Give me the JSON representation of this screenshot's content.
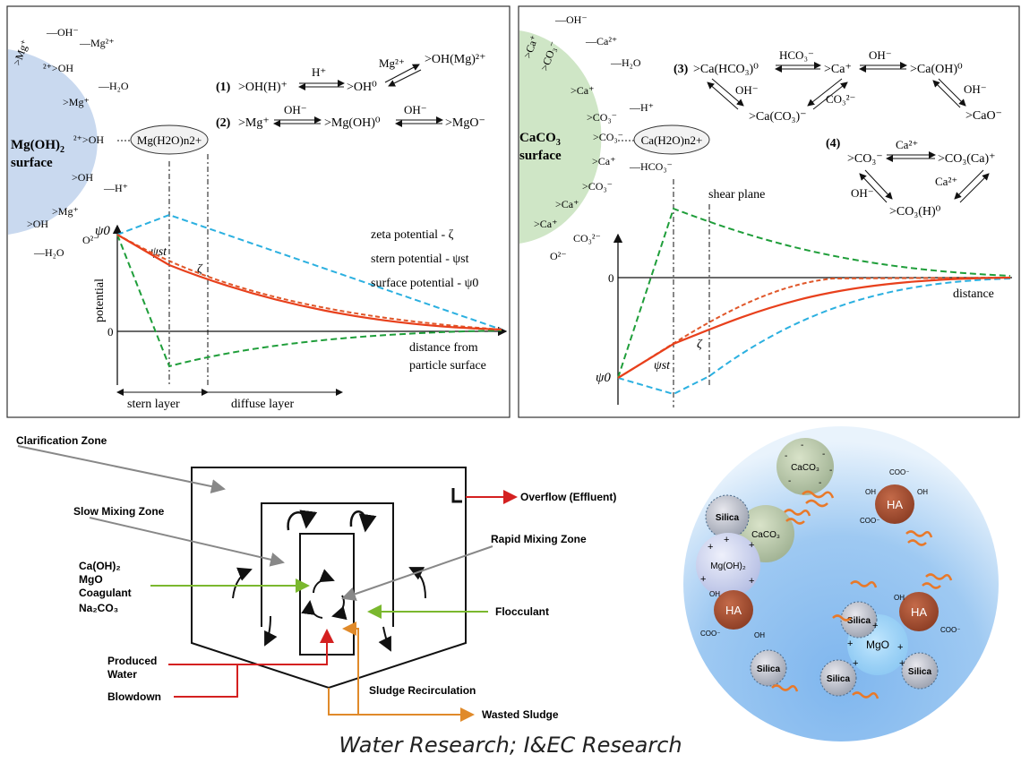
{
  "left_panel": {
    "surface_label_1": "Mg(OH)",
    "surface_label_1_sub": "2",
    "surface_label_2": "surface",
    "ion_box": "Mg(H2O)n2+",
    "surface_groups": [
      ">Mg⁺",
      "—OH⁻",
      "—Mg²⁺",
      "²⁺>OH",
      "—H₂O",
      ">Mg⁺",
      "²⁺>OH",
      ">OH",
      "—H⁺",
      ">Mg⁺",
      "O²⁻",
      ">OH",
      "—H₂O"
    ],
    "reaction_1_label": "(1)",
    "reaction_1": [
      ">OH(H)⁺",
      "H⁺",
      ">OH⁰",
      "Mg²⁺",
      ">OH(Mg)²⁺"
    ],
    "reaction_2_label": "(2)",
    "reaction_2": [
      ">Mg⁺",
      "OH⁻",
      ">Mg(OH)⁰",
      "OH⁻",
      ">MgO⁻"
    ],
    "legend": [
      "zeta potential - ζ",
      "stern potential - ψst",
      "surface potential - ψ0"
    ],
    "y_label": "potential",
    "psi0": "ψ0",
    "psist": "ψst",
    "zeta": "ζ",
    "zero": "0",
    "x_label_1": "distance from",
    "x_label_2": "particle surface",
    "stern_layer": "stern layer",
    "diffuse_layer": "diffuse layer"
  },
  "right_panel": {
    "surface_label_1": "CaCO",
    "surface_label_1_sub": "3",
    "surface_label_2": "surface",
    "ion_box": "Ca(H2O)n2+",
    "surface_groups": [
      ">Ca⁺",
      "—OH⁻",
      ">CO₃⁻",
      "—Ca²⁺",
      "—H₂O",
      ">Ca⁺",
      ">CO₃⁻",
      "—H⁺",
      ">CO₃⁻",
      ">Ca⁺",
      "—HCO₃⁻",
      ">CO₃⁻",
      ">Ca⁺",
      ">Ca⁺",
      "O²⁻",
      "CO₃²⁻"
    ],
    "reaction_3_label": "(3)",
    "reaction_3": [
      ">Ca(HCO₃)⁰",
      "HCO₃⁻",
      ">Ca⁺",
      "OH⁻",
      ">Ca(OH)⁰",
      "OH⁻",
      "CO₃²⁻",
      "OH⁻",
      ">Ca(CO₃)⁻",
      ">CaO⁻"
    ],
    "reaction_4_label": "(4)",
    "reaction_4": [
      ">CO₃⁻",
      "Ca²⁺",
      ">CO₃(Ca)⁺",
      "Ca²⁺",
      "OH⁻",
      ">CO₃(H)⁰"
    ],
    "shear_plane": "shear plane",
    "zero": "0",
    "psi0": "ψ0",
    "psist": "ψst",
    "zeta": "ζ",
    "x_label": "distance"
  },
  "clarifier": {
    "clarification_zone": "Clarification Zone",
    "slow_mixing_zone": "Slow Mixing Zone",
    "rapid_mixing_zone": "Rapid Mixing Zone",
    "overflow": "Overflow (Effluent)",
    "chemicals": [
      "Ca(OH)₂",
      "MgO",
      "Coagulant",
      "Na₂CO₃"
    ],
    "flocculant": "Flocculant",
    "produced_water_1": "Produced",
    "produced_water_2": "Water",
    "blowdown": "Blowdown",
    "sludge_recirculation": "Sludge Recirculation",
    "wasted_sludge": "Wasted Sludge"
  },
  "particles": {
    "labels": [
      "CaCO₃",
      "CaCO₃",
      "Silica",
      "Mg(OH)₂",
      "HA",
      "HA",
      "HA",
      "Silica",
      "MgO",
      "Silica",
      "Silica",
      "Silica"
    ],
    "coo": "COO⁻",
    "oh": "OH"
  },
  "caption": "Water Research; I&EC Research",
  "colors": {
    "red": "#e8401c",
    "orange_dash": "#e0572a",
    "blue_dash": "#2bb0e0",
    "green_dash": "#1f9e3a",
    "arrow_red": "#d42020",
    "arrow_green": "#7ab82e",
    "arrow_orange": "#e08a2a",
    "mg_surface": "#c9d9ef",
    "ca_surface": "#cfe6c6"
  }
}
